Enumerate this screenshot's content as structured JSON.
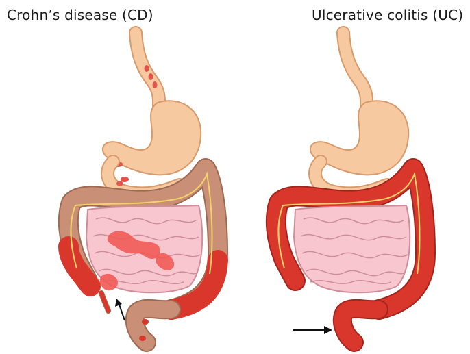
{
  "panels": [
    {
      "id": "cd",
      "title": "Crohn’s disease (CD)"
    },
    {
      "id": "uc",
      "title": "Ulcerative colitis (UC)"
    }
  ],
  "colors": {
    "healthy_tissue": "#f6c9a0",
    "healthy_outline": "#d89a6a",
    "small_intestine": "#f7c6cf",
    "small_intestine_outline": "#cf8d9a",
    "colon_normal": "#c98f77",
    "inflamed": "#d9372b",
    "inflamed_light": "#ef5a55",
    "blood_vessel": "#f2d26a",
    "arrow": "#111111"
  },
  "icons": [
    "arrow-up-icon",
    "arrow-right-icon"
  ]
}
